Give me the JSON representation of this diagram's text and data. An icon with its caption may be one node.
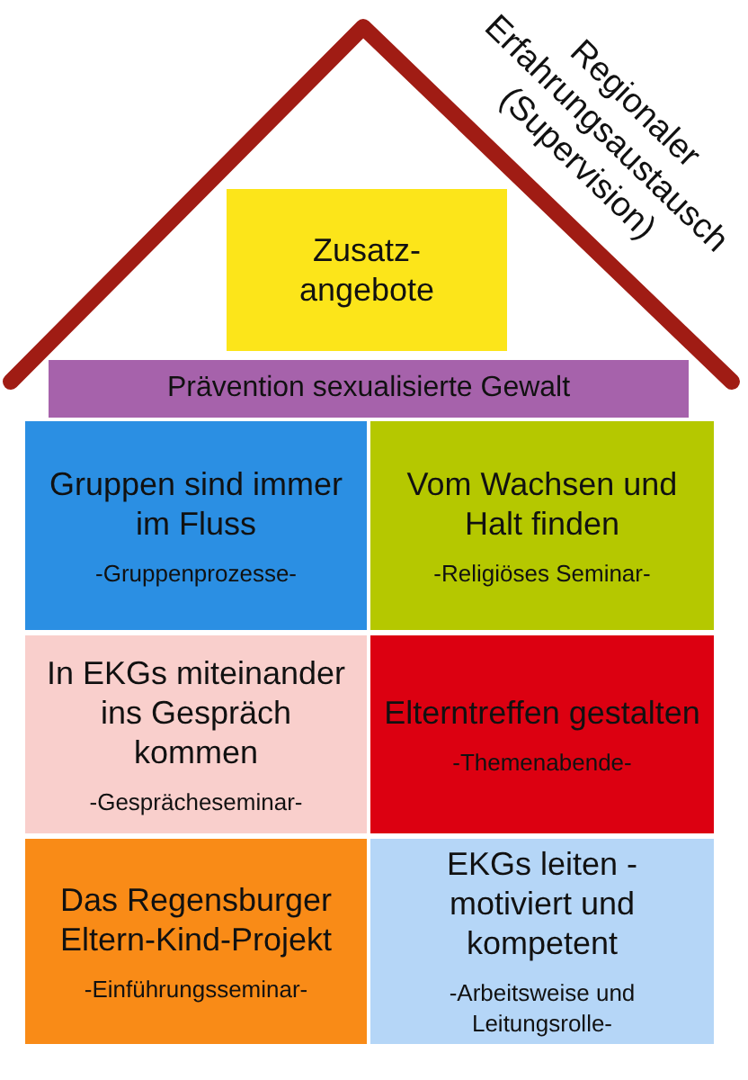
{
  "diagram": {
    "nodes": [
      {
        "text": [
          "Zusatz- angebote"
        ]
      },
      {
        "text": [
          "Prävention sexualisierte Gewalt"
        ]
      },
      {
        "text": [
          "Gruppen sind immer im Fluss",
          "-Gruppenprozesse-"
        ]
      },
      {
        "text": [
          "Vom Wachsen und Halt finden",
          "-Religiöses Seminar-"
        ]
      },
      {
        "text": [
          "In EKGs miteinander ins Gespräch kommen",
          "-Gesprächeseminar-"
        ]
      },
      {
        "text": [
          "Elterntreffen gestalten",
          "-Themenabende-"
        ]
      },
      {
        "text": [
          "Das Regensburger Eltern-Kind-Projekt",
          "-Einführungsseminar-"
        ]
      },
      {
        "text": [
          "EKGs leiten - motiviert und kompetent",
          "-Arbeitsweise und Leitungsrolle-"
        ]
      }
    ],
    "labels": [
      "Regionaler Erfahrungsaustausch (Supervision)"
    ]
  }
}
